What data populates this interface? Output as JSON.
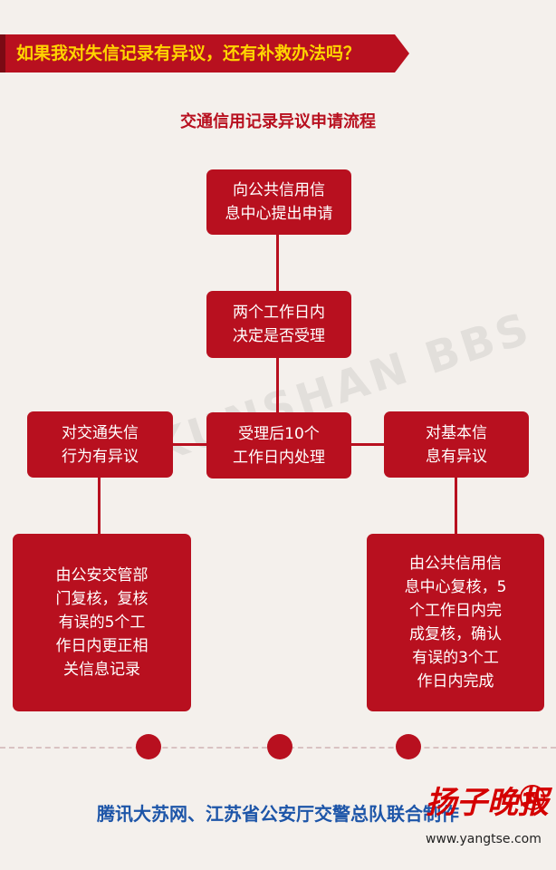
{
  "header": {
    "question": "如果我对失信记录有异议，还有补救办法吗？"
  },
  "flow": {
    "title": "交通信用记录异议申请流程",
    "nodes": {
      "apply": "向公共信用信\n息中心提出申请",
      "accept": "两个工作日内\n决定是否受理",
      "process": "受理后10个\n工作日内处理",
      "traffic_objection": "对交通失信\n行为有异议",
      "basic_objection": "对基本信\n息有异议",
      "police_review": "由公安交管部\n门复核，复核\n有误的5个工\n作日内更正相\n关信息记录",
      "center_review": "由公共信用信\n息中心复核，5\n个工作日内完\n成复核，确认\n有误的3个工\n作日内完成"
    }
  },
  "watermark": {
    "text": "KUNSHAN BBS"
  },
  "footer": {
    "credit": "腾讯大苏网、江苏省公安厅交警总队联合制作",
    "logo_text": "扬子晚报",
    "logo_badge": "网",
    "url": "www.yangtse.com"
  },
  "colors": {
    "primary_red": "#b8101f",
    "banner_text": "#ffd400",
    "credit_blue": "#1d55a8",
    "background": "#f4f0ec"
  }
}
